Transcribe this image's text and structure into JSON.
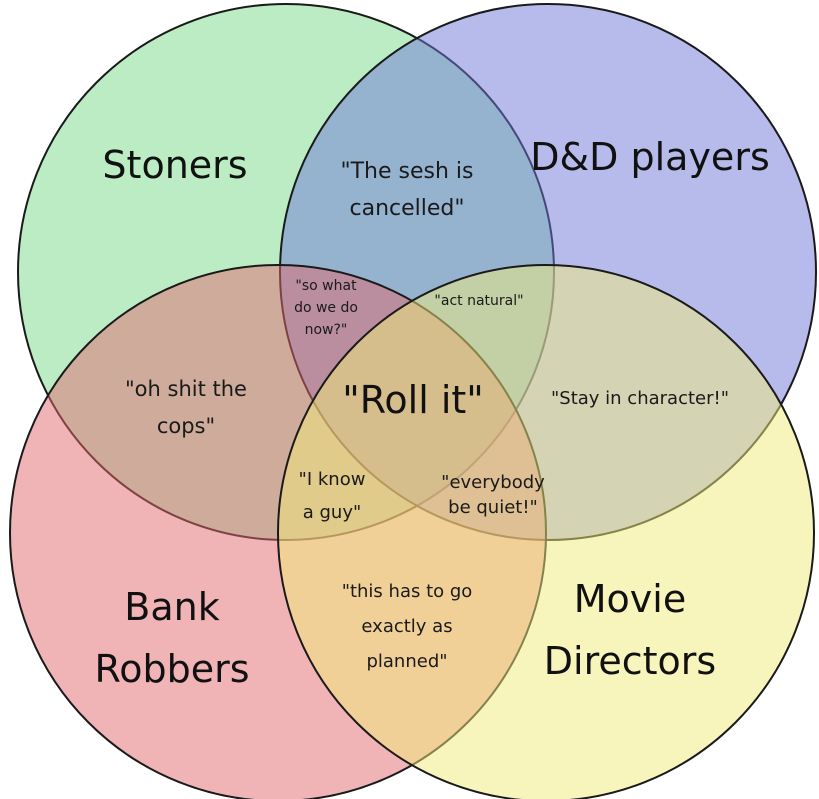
{
  "sets": [
    {
      "id": "stoners",
      "lines": [
        "Stoners"
      ],
      "color": "#77d98a"
    },
    {
      "id": "dnd",
      "lines": [
        "D&D players"
      ],
      "color": "#6f78d9"
    },
    {
      "id": "bank",
      "lines": [
        "Bank",
        "Robbers"
      ],
      "color": "#e26a70"
    },
    {
      "id": "movie",
      "lines": [
        "Movie",
        "Directors"
      ],
      "color": "#f2ec7a"
    }
  ],
  "intersections": [
    {
      "id": "stoners-dnd",
      "lines": [
        "\"The sesh is",
        "cancelled\""
      ]
    },
    {
      "id": "stoners-bank",
      "lines": [
        "\"oh shit the",
        "cops\""
      ]
    },
    {
      "id": "dnd-movie",
      "lines": [
        "\"Stay in character!\""
      ]
    },
    {
      "id": "bank-movie",
      "lines": [
        "\"this has to go",
        "exactly as",
        "planned\""
      ]
    },
    {
      "id": "stoners-dnd-bank",
      "lines": [
        "\"so what",
        "do we do",
        "now?\""
      ]
    },
    {
      "id": "stoners-dnd-movie",
      "lines": [
        "\"act natural\""
      ]
    },
    {
      "id": "stoners-bank-movie",
      "lines": [
        "\"I know",
        "a guy\""
      ]
    },
    {
      "id": "dnd-bank-movie",
      "lines": [
        "\"everybody",
        "be quiet!\""
      ]
    },
    {
      "id": "all",
      "lines": [
        "\"Roll it\""
      ]
    }
  ]
}
